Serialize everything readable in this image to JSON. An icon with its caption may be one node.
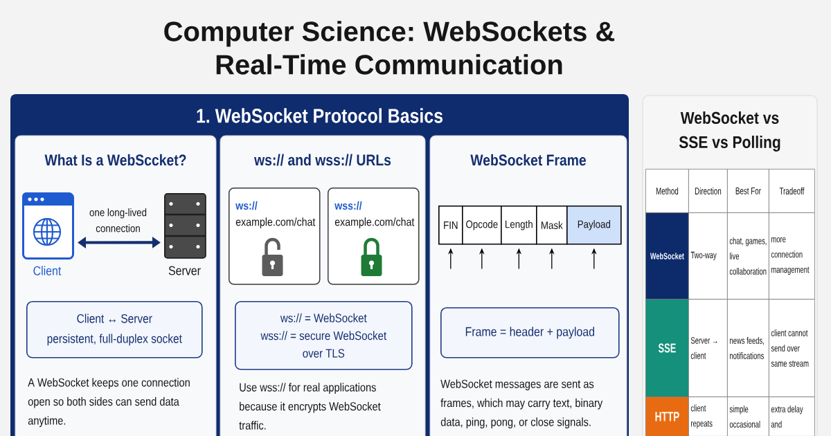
{
  "diagram": {
    "title": "Computer Science: WebSockets & Real-Time Communication",
    "nodes": [
      {
        "text": [
          "1. WebSocket Protocol Basics"
        ]
      },
      {
        "text": [
          "What Is a WebSccket?",
          "A WebSocket keeps one connection open so both sides can send data anytime."
        ],
        "in": 0
      },
      {
        "text": [
          "Client"
        ],
        "in": 1
      },
      {
        "text": [
          "Server"
        ],
        "in": 1
      },
      {
        "text": [
          "Client ↔ Server",
          "persistent, full-duplex socket"
        ],
        "in": 1
      },
      {
        "text": [
          "ws:// and wss:// URLs",
          "Use wss:// for real applications because it encrypts WebSocket traffic."
        ],
        "in": 0
      },
      {
        "text": [
          "ws://",
          "example.com/chat"
        ],
        "in": 5
      },
      {
        "text": [
          "wss://",
          "example.com/chat"
        ],
        "in": 5
      },
      {
        "text": [
          "ws:// = WebSocket",
          "wss:// = secure WebSocket over TLS"
        ],
        "in": 5
      },
      {
        "text": [
          "WebSocket Frame",
          "WebSocket messages are sent as frames, which may carry text, binary data, ping, pong, or close signals."
        ],
        "in": 0
      },
      {
        "text": [
          "FIN"
        ],
        "in": 9
      },
      {
        "text": [
          "Opcode"
        ],
        "in": 9
      },
      {
        "text": [
          "Length"
        ],
        "in": 9
      },
      {
        "text": [
          "Mask"
        ],
        "in": 9
      },
      {
        "text": [
          "Payload"
        ],
        "in": 9
      },
      {
        "text": [
          "Frame = header + payload"
        ],
        "in": 9
      },
      {
        "text": [
          "WebSocket vs SSE vs Polling"
        ]
      }
    ],
    "edges": [
      {
        "from": 2,
        "to": 3,
        "arrow": "both",
        "label": "one long-lived connection",
        "style": "thick",
        "color": "#142f6f"
      },
      {
        "from": null,
        "to": 10,
        "arrow": "to"
      },
      {
        "from": null,
        "to": 11,
        "arrow": "to"
      },
      {
        "from": null,
        "to": 12,
        "arrow": "to"
      },
      {
        "from": null,
        "to": 13,
        "arrow": "to"
      },
      {
        "from": null,
        "to": 14,
        "arrow": "to"
      }
    ],
    "labels": [
      "Method",
      "Direction",
      "Best For",
      "Tradeoff",
      "WebSocket",
      "Two-way",
      "chat, games, live collaboration",
      "more connection management",
      "SSE",
      "Server → client",
      "news feeds, notifications",
      "client cannot send over same stream",
      "HTTP",
      "client repeats",
      "simple occasional",
      "extra delay and"
    ]
  }
}
